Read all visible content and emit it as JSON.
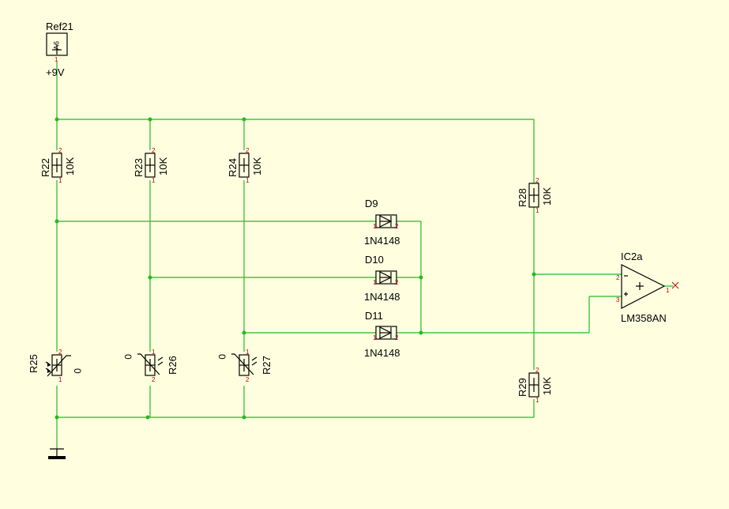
{
  "supply": {
    "ref": "Ref21",
    "value": "+9V",
    "pin": "1"
  },
  "resistors": {
    "r22": {
      "ref": "R22",
      "value": "10K",
      "pin_top": "2",
      "pin_bottom": "1"
    },
    "r23": {
      "ref": "R23",
      "value": "10K",
      "pin_top": "2",
      "pin_bottom": "1"
    },
    "r24": {
      "ref": "R24",
      "value": "10K",
      "pin_top": "2",
      "pin_bottom": "1"
    },
    "r28": {
      "ref": "R28",
      "value": "10K",
      "pin_top": "2",
      "pin_bottom": "1"
    },
    "r29": {
      "ref": "R29",
      "value": "10K",
      "pin_top": "2",
      "pin_bottom": "1"
    }
  },
  "ldrs": {
    "r25": {
      "ref": "R25",
      "pin_top": "2",
      "pin_bottom": "1"
    },
    "r26": {
      "ref": "R26",
      "pin_top": "1",
      "pin_bottom": "2"
    },
    "r27": {
      "ref": "R27",
      "pin_top": "1",
      "pin_bottom": "2"
    }
  },
  "diodes": {
    "d9": {
      "ref": "D9",
      "value": "1N4148",
      "pin_a": "1",
      "pin_k": "2"
    },
    "d10": {
      "ref": "D10",
      "value": "1N4148",
      "pin_a": "1",
      "pin_k": "2"
    },
    "d11": {
      "ref": "D11",
      "value": "1N4148",
      "pin_a": "1",
      "pin_k": "2"
    }
  },
  "opamp": {
    "ref": "IC2a",
    "value": "LM358AN",
    "pin_inv": "2",
    "pin_noninv": "3",
    "pin_out": "1"
  }
}
